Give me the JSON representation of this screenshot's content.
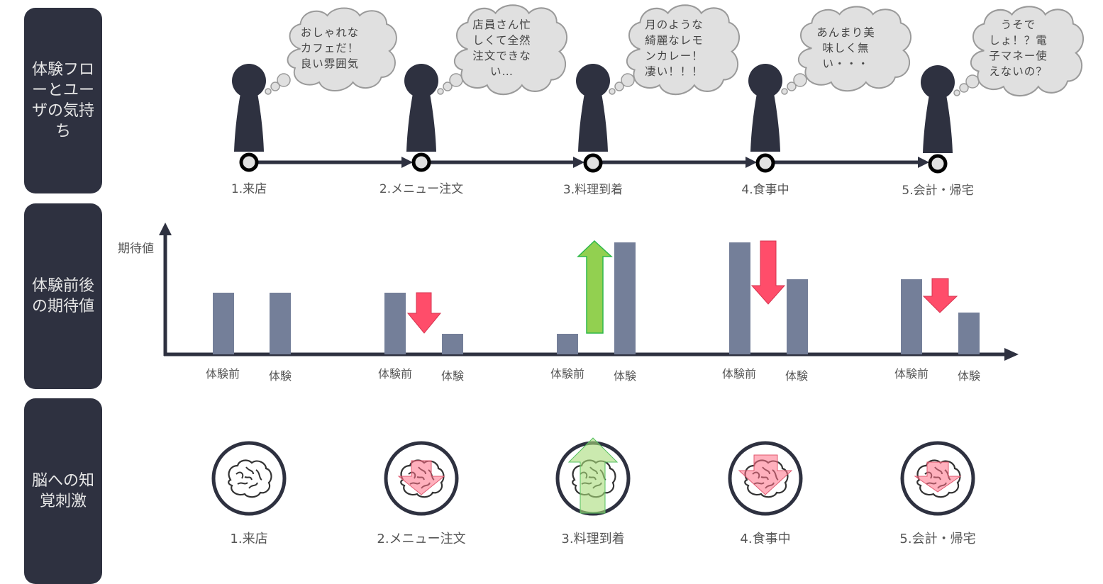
{
  "rows": [
    {
      "label": "体験フローとユーザの気持ち"
    },
    {
      "label": "体験前後の期待値"
    },
    {
      "label": "脳への知覚刺激"
    }
  ],
  "steps": [
    {
      "label": "1.来店",
      "thought": "おしゃれな\nカフェだ！\n良い雰囲気"
    },
    {
      "label": "2.メニュー注文",
      "thought": "店員さん忙\nしくて全然\n注文できな\nい…"
    },
    {
      "label": "3.料理到着",
      "thought": "月のような\n綺麗なレモ\nンカレー！\n凄い！！！"
    },
    {
      "label": "4.食事中",
      "thought": "あんまり美\n味しく無\nい・・・"
    },
    {
      "label": "5.会計・帰宅",
      "thought": "うそで\nしょ！？電\n子マネー使\nえないの？"
    }
  ],
  "chart": {
    "ylabel": "期待値",
    "before_label": "体験前",
    "after_label": "体験"
  },
  "chart_data": {
    "type": "bar",
    "title": "体験前後の期待値",
    "ylabel": "期待値",
    "xlabel": "",
    "categories": [
      "1.来店",
      "2.メニュー注文",
      "3.料理到着",
      "4.食事中",
      "5.会計・帰宅"
    ],
    "series": [
      {
        "name": "体験前",
        "values": [
          55,
          55,
          18,
          100,
          67
        ]
      },
      {
        "name": "体験",
        "values": [
          55,
          18,
          100,
          67,
          37
        ]
      }
    ],
    "change": [
      "none",
      "down",
      "up",
      "down",
      "down"
    ],
    "ylim": [
      0,
      110
    ],
    "grid": false,
    "legend": "none"
  },
  "colors": {
    "label_bg": "#2e3140",
    "bar": "#747f99",
    "up_arrow": "#92d050",
    "down_arrow": "#ff4d6a",
    "cloud": "#e0e0e0",
    "person": "#2e3140"
  },
  "brain_icons": [
    {
      "state": "neutral"
    },
    {
      "state": "down"
    },
    {
      "state": "up"
    },
    {
      "state": "down"
    },
    {
      "state": "down"
    }
  ]
}
